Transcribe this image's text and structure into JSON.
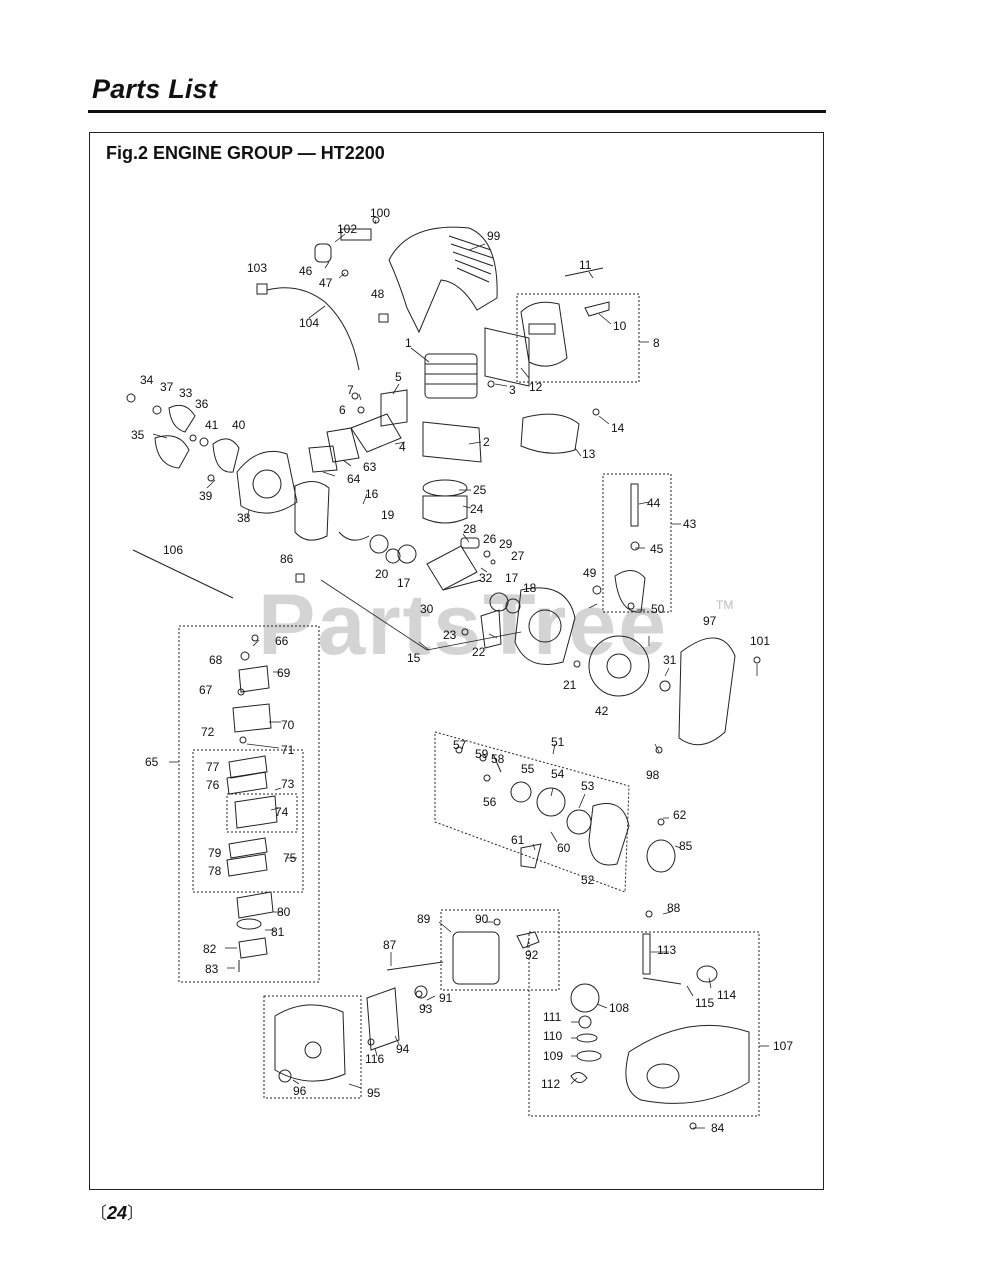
{
  "header": {
    "title": "Parts List"
  },
  "figure": {
    "title": "Fig.2 ENGINE GROUP — HT2200",
    "watermark": "PartsTree",
    "watermark_mark": "TM",
    "callouts": [
      {
        "id": "p100",
        "label": "100"
      },
      {
        "id": "p102",
        "label": "102"
      },
      {
        "id": "p99",
        "label": "99"
      },
      {
        "id": "p103",
        "label": "103"
      },
      {
        "id": "p46",
        "label": "46"
      },
      {
        "id": "p47",
        "label": "47"
      },
      {
        "id": "p48",
        "label": "48"
      },
      {
        "id": "p11",
        "label": "11"
      },
      {
        "id": "p10",
        "label": "10"
      },
      {
        "id": "p8",
        "label": "8"
      },
      {
        "id": "p104",
        "label": "104"
      },
      {
        "id": "p1",
        "label": "1"
      },
      {
        "id": "p12",
        "label": "12"
      },
      {
        "id": "p3",
        "label": "3"
      },
      {
        "id": "p34",
        "label": "34"
      },
      {
        "id": "p37",
        "label": "37"
      },
      {
        "id": "p33",
        "label": "33"
      },
      {
        "id": "p36",
        "label": "36"
      },
      {
        "id": "p7",
        "label": "7"
      },
      {
        "id": "p5",
        "label": "5"
      },
      {
        "id": "p6",
        "label": "6"
      },
      {
        "id": "p14",
        "label": "14"
      },
      {
        "id": "p13",
        "label": "13"
      },
      {
        "id": "p35",
        "label": "35"
      },
      {
        "id": "p41",
        "label": "41"
      },
      {
        "id": "p40",
        "label": "40"
      },
      {
        "id": "p4",
        "label": "4"
      },
      {
        "id": "p2",
        "label": "2"
      },
      {
        "id": "p63",
        "label": "63"
      },
      {
        "id": "p64",
        "label": "64"
      },
      {
        "id": "p39",
        "label": "39"
      },
      {
        "id": "p38",
        "label": "38"
      },
      {
        "id": "p16",
        "label": "16"
      },
      {
        "id": "p25",
        "label": "25"
      },
      {
        "id": "p24",
        "label": "24"
      },
      {
        "id": "p44",
        "label": "44"
      },
      {
        "id": "p43",
        "label": "43"
      },
      {
        "id": "p19",
        "label": "19"
      },
      {
        "id": "p28",
        "label": "28"
      },
      {
        "id": "p26",
        "label": "26"
      },
      {
        "id": "p29",
        "label": "29"
      },
      {
        "id": "p27",
        "label": "27"
      },
      {
        "id": "p45",
        "label": "45"
      },
      {
        "id": "p106",
        "label": "106"
      },
      {
        "id": "p86",
        "label": "86"
      },
      {
        "id": "p20",
        "label": "20"
      },
      {
        "id": "p17a",
        "label": "17"
      },
      {
        "id": "p32",
        "label": "32"
      },
      {
        "id": "p17b",
        "label": "17"
      },
      {
        "id": "p18",
        "label": "18"
      },
      {
        "id": "p49",
        "label": "49"
      },
      {
        "id": "p30",
        "label": "30"
      },
      {
        "id": "p50",
        "label": "50"
      },
      {
        "id": "p97",
        "label": "97"
      },
      {
        "id": "p66",
        "label": "66"
      },
      {
        "id": "p23",
        "label": "23"
      },
      {
        "id": "p101",
        "label": "101"
      },
      {
        "id": "p68",
        "label": "68"
      },
      {
        "id": "p22",
        "label": "22"
      },
      {
        "id": "p15",
        "label": "15"
      },
      {
        "id": "p31",
        "label": "31"
      },
      {
        "id": "p69",
        "label": "69"
      },
      {
        "id": "p21",
        "label": "21"
      },
      {
        "id": "p67",
        "label": "67"
      },
      {
        "id": "p42",
        "label": "42"
      },
      {
        "id": "p70",
        "label": "70"
      },
      {
        "id": "p72",
        "label": "72"
      },
      {
        "id": "p71",
        "label": "71"
      },
      {
        "id": "p51",
        "label": "51"
      },
      {
        "id": "p57",
        "label": "57"
      },
      {
        "id": "p59",
        "label": "59"
      },
      {
        "id": "p58",
        "label": "58"
      },
      {
        "id": "p65",
        "label": "65"
      },
      {
        "id": "p77",
        "label": "77"
      },
      {
        "id": "p55",
        "label": "55"
      },
      {
        "id": "p54",
        "label": "54"
      },
      {
        "id": "p98",
        "label": "98"
      },
      {
        "id": "p73",
        "label": "73"
      },
      {
        "id": "p76",
        "label": "76"
      },
      {
        "id": "p53",
        "label": "53"
      },
      {
        "id": "p56",
        "label": "56"
      },
      {
        "id": "p74",
        "label": "74"
      },
      {
        "id": "p62",
        "label": "62"
      },
      {
        "id": "p61",
        "label": "61"
      },
      {
        "id": "p60",
        "label": "60"
      },
      {
        "id": "p85",
        "label": "85"
      },
      {
        "id": "p79",
        "label": "79"
      },
      {
        "id": "p75",
        "label": "75"
      },
      {
        "id": "p78",
        "label": "78"
      },
      {
        "id": "p52",
        "label": "52"
      },
      {
        "id": "p88",
        "label": "88"
      },
      {
        "id": "p80",
        "label": "80"
      },
      {
        "id": "p89",
        "label": "89"
      },
      {
        "id": "p90",
        "label": "90"
      },
      {
        "id": "p81",
        "label": "81"
      },
      {
        "id": "p87",
        "label": "87"
      },
      {
        "id": "p113",
        "label": "113"
      },
      {
        "id": "p82",
        "label": "82"
      },
      {
        "id": "p92",
        "label": "92"
      },
      {
        "id": "p83",
        "label": "83"
      },
      {
        "id": "p114",
        "label": "114"
      },
      {
        "id": "p115",
        "label": "115"
      },
      {
        "id": "p91",
        "label": "91"
      },
      {
        "id": "p93",
        "label": "93"
      },
      {
        "id": "p108",
        "label": "108"
      },
      {
        "id": "p111",
        "label": "111"
      },
      {
        "id": "p110",
        "label": "110"
      },
      {
        "id": "p94",
        "label": "94"
      },
      {
        "id": "p107",
        "label": "107"
      },
      {
        "id": "p109",
        "label": "109"
      },
      {
        "id": "p116",
        "label": "116"
      },
      {
        "id": "p112",
        "label": "112"
      },
      {
        "id": "p96",
        "label": "96"
      },
      {
        "id": "p95",
        "label": "95"
      },
      {
        "id": "p84",
        "label": "84"
      }
    ]
  },
  "footer": {
    "page_number": "24"
  }
}
